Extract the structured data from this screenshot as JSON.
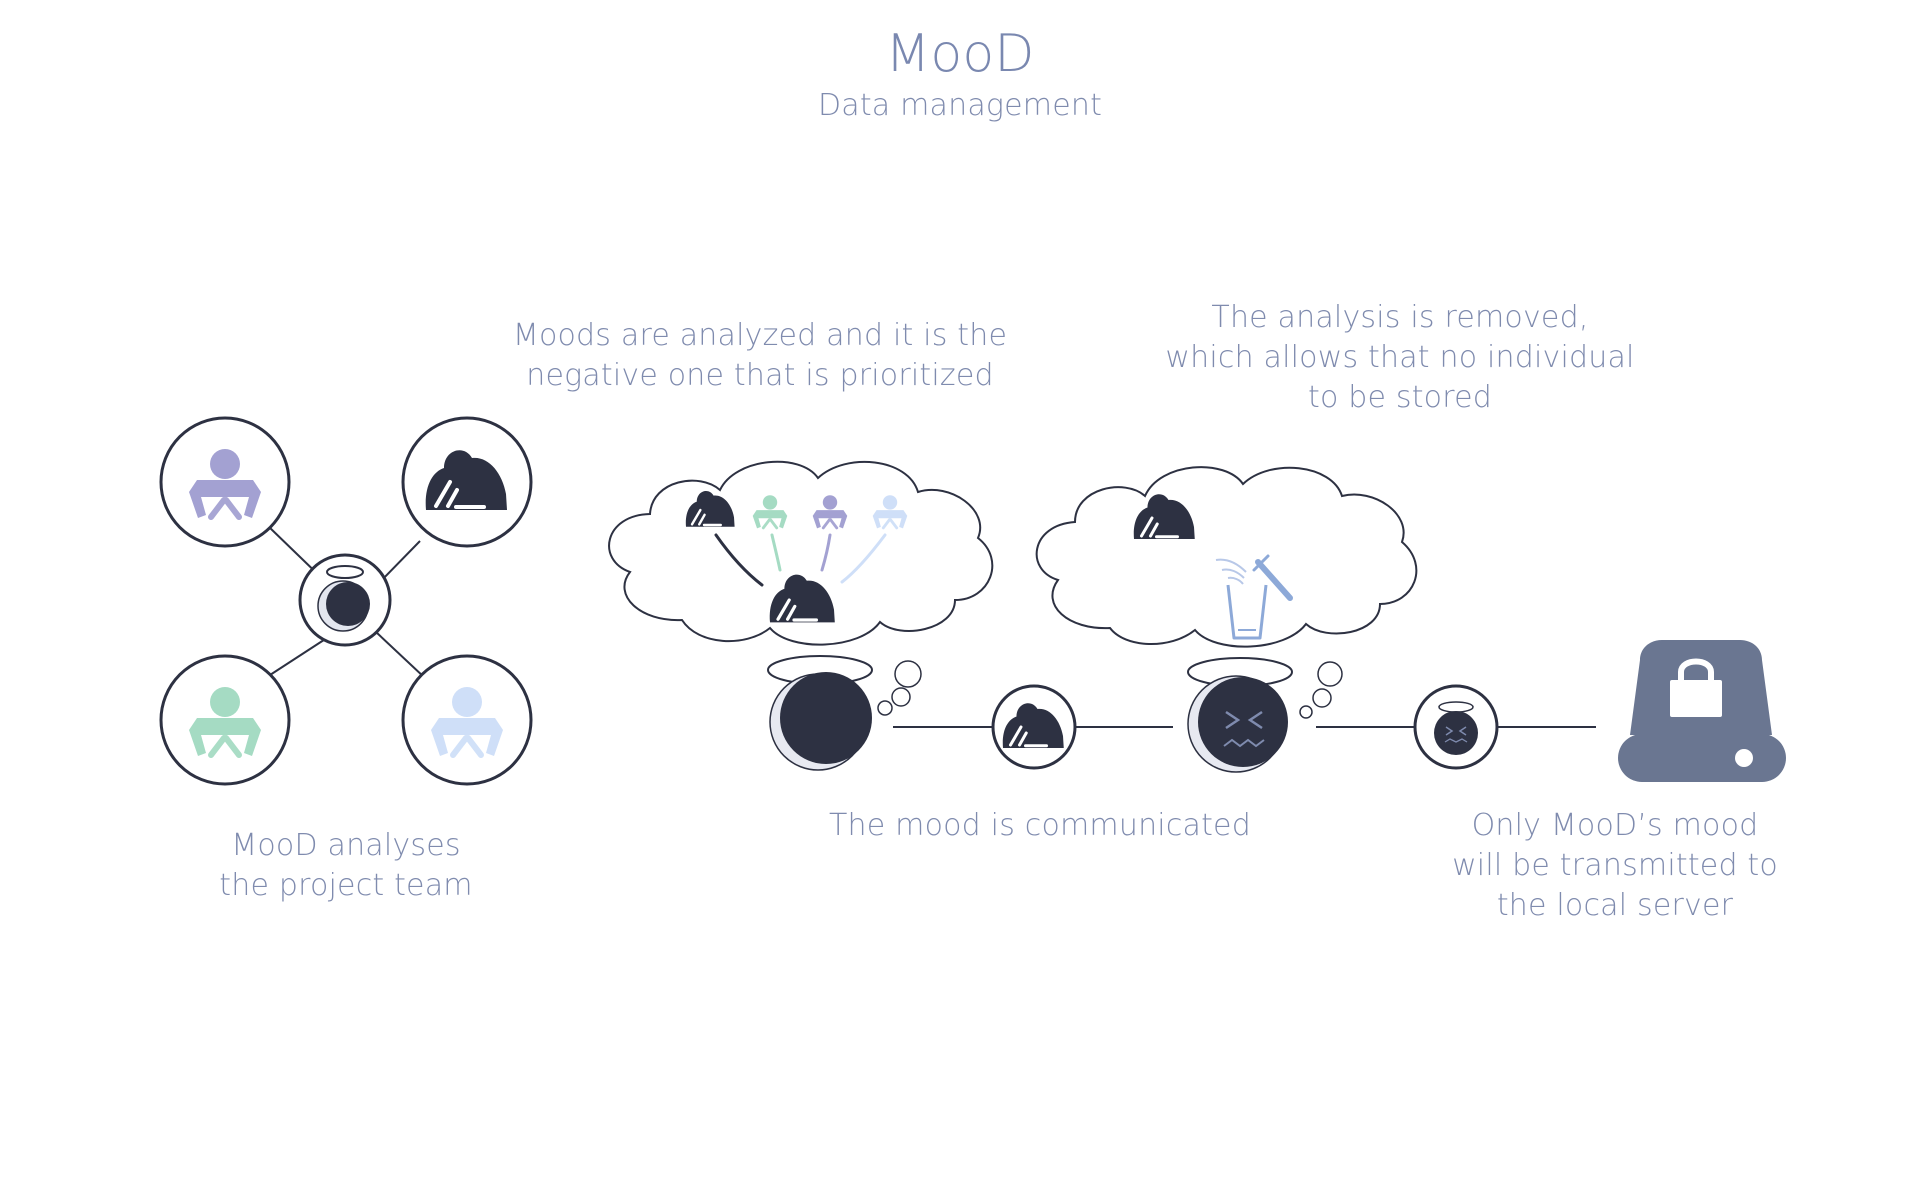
{
  "header": {
    "title": "MooD",
    "subtitle": "Data management"
  },
  "captions": {
    "team_line1": "MooD analyses",
    "team_line2": "the project team",
    "analysis_line1": "Moods are analyzed and it is the",
    "analysis_line2": "negative one that is prioritized",
    "removal_line1": "The analysis is removed,",
    "removal_line2": "which allows that no individual",
    "removal_line3": "to be stored",
    "communicated": "The mood is communicated",
    "server_line1": "Only MooD’s mood",
    "server_line2": "will be transmitted to",
    "server_line3": "the local server"
  },
  "colors": {
    "dark": "#2d3142",
    "lavender": "#a3a1d2",
    "mint": "#a5dbc3",
    "light_blue": "#cfdff8",
    "text": "#7f8bae",
    "server": "#6a7691"
  },
  "icons": {
    "person_happy": "person-reading-icon",
    "person_sad": "person-hunched-icon",
    "mood": "mood-face-icon",
    "thought": "thought-cloud-icon",
    "trash": "trash-bin-icon",
    "server": "locked-server-icon"
  }
}
